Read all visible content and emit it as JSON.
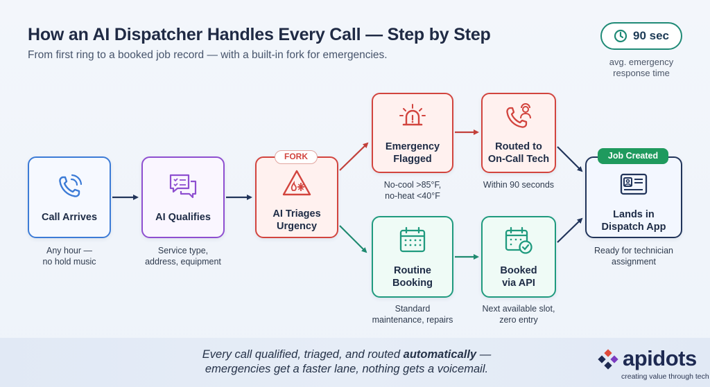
{
  "header": {
    "title": "How an AI Dispatcher Handles Every Call — Step by Step",
    "subtitle": "From first ring to a booked job record — with a built-in fork for emergencies."
  },
  "stat": {
    "value": "90 sec",
    "caption_line1": "avg. emergency",
    "caption_line2": "response time",
    "icon": "clock-icon"
  },
  "nodes": {
    "call_arrives": {
      "label": "Call Arrives",
      "caption_line1": "Any hour —",
      "caption_line2": "no hold music",
      "icon": "phone-icon"
    },
    "ai_qualifies": {
      "label": "AI Qualifies",
      "caption_line1": "Service type,",
      "caption_line2": "address, equipment",
      "icon": "chat-checklist-icon"
    },
    "ai_triages": {
      "label_line1": "AI Triages",
      "label_line2": "Urgency",
      "badge": "FORK",
      "icon": "warning-triangle-icon"
    },
    "emergency": {
      "label_line1": "Emergency",
      "label_line2": "Flagged",
      "caption_line1": "No-cool >85°F,",
      "caption_line2": "no-heat <40°F",
      "icon": "siren-icon"
    },
    "routed": {
      "label_line1": "Routed to",
      "label_line2": "On-Call Tech",
      "caption_line1": "Within 90 seconds",
      "icon": "phone-technician-icon"
    },
    "routine": {
      "label_line1": "Routine",
      "label_line2": "Booking",
      "caption_line1": "Standard",
      "caption_line2": "maintenance, repairs",
      "icon": "calendar-icon"
    },
    "booked": {
      "label_line1": "Booked",
      "label_line2": "via API",
      "caption_line1": "Next available slot,",
      "caption_line2": "zero entry",
      "icon": "calendar-check-icon"
    },
    "dispatch": {
      "label_line1": "Lands in",
      "label_line2": "Dispatch App",
      "badge": "Job Created",
      "caption_line1": "Ready for technician",
      "caption_line2": "assignment",
      "icon": "job-card-icon"
    }
  },
  "footer": {
    "line1_before": "Every call qualified, triaged, and routed",
    "line1_bold": "automatically",
    "line1_after": "—",
    "line2": "emergencies get a faster lane, nothing gets a voicemail."
  },
  "brand": {
    "name": "apidots",
    "tagline": "creating value through tech"
  },
  "colors": {
    "blue": "#3c7bd6",
    "purple": "#8e4fd0",
    "red": "#d2443e",
    "green": "#1f9a7e",
    "navy": "#21345a",
    "badge_green": "#1f9a5e"
  }
}
